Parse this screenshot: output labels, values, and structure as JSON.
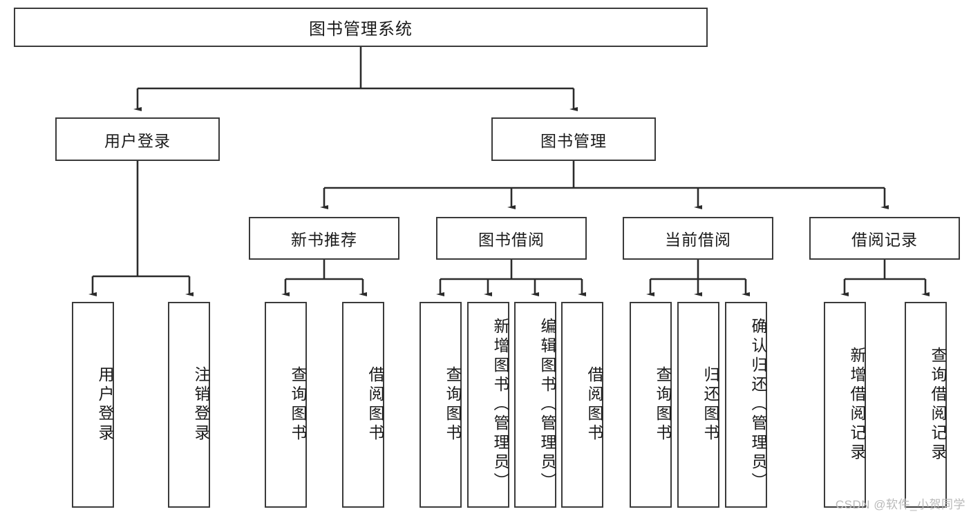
{
  "diagram": {
    "type": "tree",
    "title": "图书管理系统",
    "watermark": "CSDN @软件_小贺同学",
    "colors": {
      "box_border": "#3a3a3a",
      "box_fill": "#ffffff",
      "connector": "#2b2b2b",
      "text": "#1a1a1a",
      "watermark": "#b9b9b9"
    },
    "nodes": {
      "root": {
        "label": "图书管理系统"
      },
      "level2": [
        {
          "label": "用户登录"
        },
        {
          "label": "图书管理"
        }
      ],
      "level3": [
        {
          "label": "新书推荐"
        },
        {
          "label": "图书借阅"
        },
        {
          "label": "当前借阅"
        },
        {
          "label": "借阅记录"
        }
      ],
      "leaves": {
        "user_login": [
          {
            "label": "用户登录"
          },
          {
            "label": "注销登录"
          }
        ],
        "new_book_recommend": [
          {
            "label": "查询图书"
          },
          {
            "label": "借阅图书"
          }
        ],
        "book_borrow": [
          {
            "label": "查询图书"
          },
          {
            "label": "新增图书（管理员）"
          },
          {
            "label": "编辑图书（管理员）"
          },
          {
            "label": "借阅图书"
          }
        ],
        "current_borrow": [
          {
            "label": "查询图书"
          },
          {
            "label": "归还图书"
          },
          {
            "label": "确认归还（管理员）"
          }
        ],
        "borrow_record": [
          {
            "label": "新增借阅记录"
          },
          {
            "label": "查询借阅记录"
          }
        ]
      }
    }
  }
}
